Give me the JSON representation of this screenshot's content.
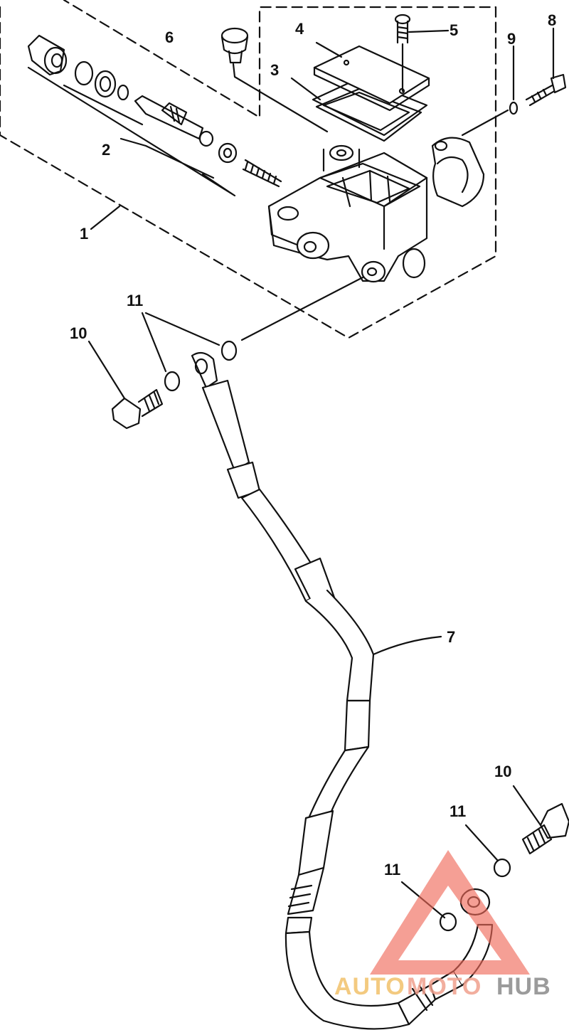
{
  "diagram": {
    "callouts": {
      "c1": "1",
      "c2": "2",
      "c3": "3",
      "c4": "4",
      "c5": "5",
      "c6": "6",
      "c7": "7",
      "c8": "8",
      "c9": "9",
      "c10a": "10",
      "c10b": "10",
      "c11a": "11",
      "c11b": "11",
      "c11c": "11"
    }
  },
  "watermark": {
    "part1": "AUTO",
    "part2": "MOTO",
    "part3": "HUB",
    "colors": {
      "auto": "#f2c16b",
      "moto": "#f0a08e",
      "hub": "#8a8a8a",
      "triangle": "#ef6a5a"
    }
  }
}
